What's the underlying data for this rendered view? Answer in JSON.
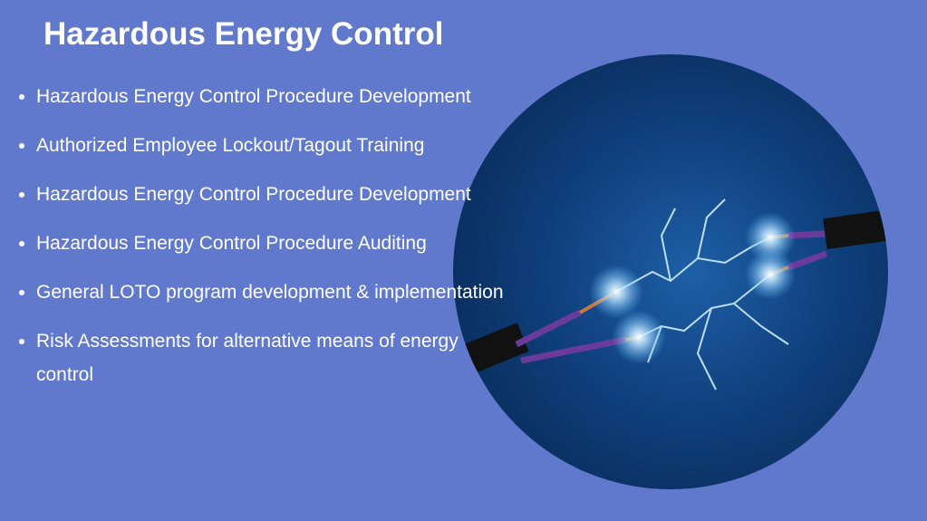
{
  "title": "Hazardous Energy Control",
  "items": [
    "Hazardous Energy Control Procedure Development",
    "Authorized Employee Lockout/Tagout Training",
    "Hazardous Energy Control Procedure Development",
    "Hazardous Energy Control Procedure Auditing",
    "General LOTO program development & implementation",
    "Risk Assessments for alternative means of energy control"
  ]
}
